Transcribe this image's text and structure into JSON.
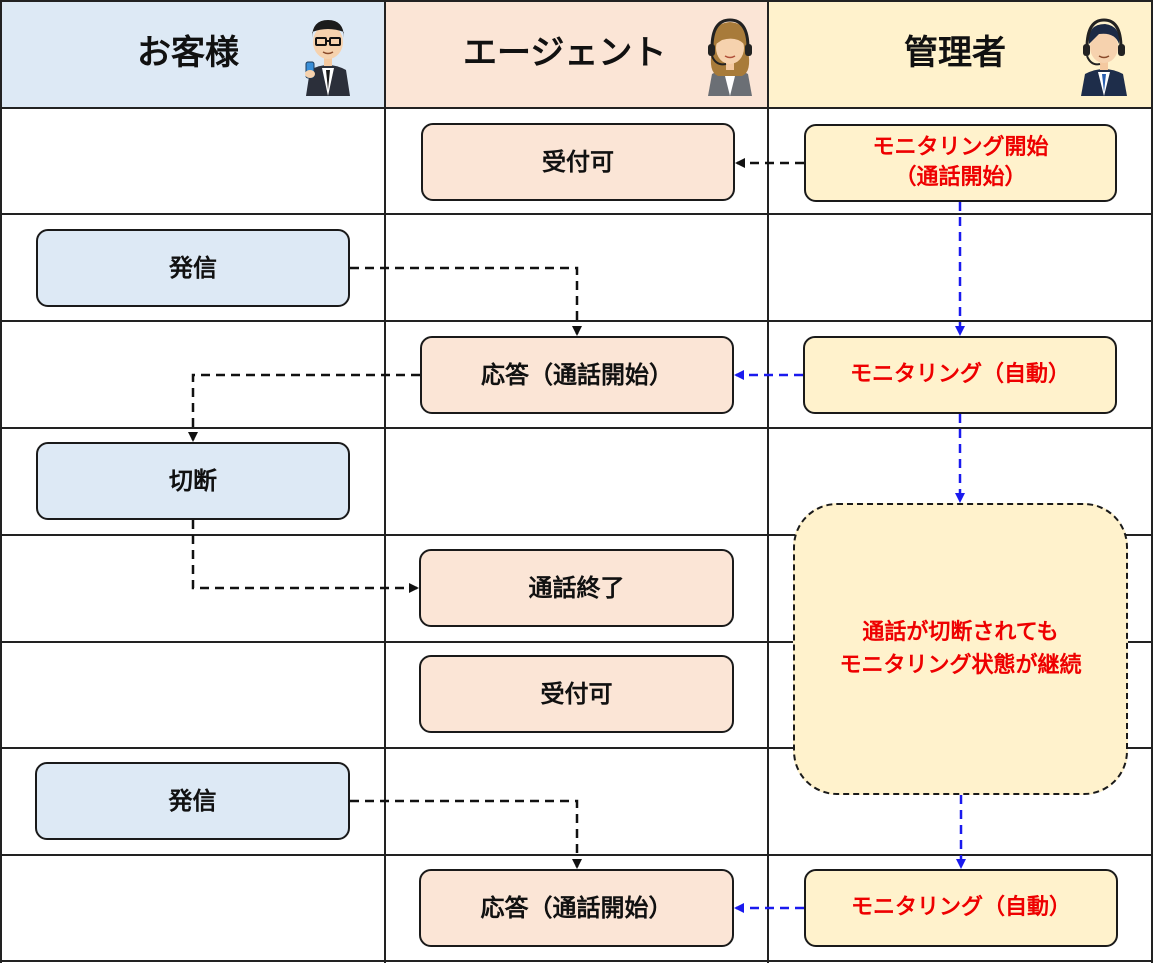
{
  "lanes": {
    "customer": {
      "title": "お客様",
      "color": "#dde9f5"
    },
    "agent": {
      "title": "エージェント",
      "color": "#fbe5d6"
    },
    "manager": {
      "title": "管理者",
      "color": "#fff2cc"
    }
  },
  "customer_steps": {
    "call_1": "発信",
    "hangup": "切断",
    "call_2": "発信"
  },
  "agent_steps": {
    "available_1": "受付可",
    "answer_1": "応答（通話開始）",
    "call_end": "通話終了",
    "available_2": "受付可",
    "answer_2": "応答（通話開始）"
  },
  "manager_steps": {
    "monitor_start_line1": "モニタリング開始",
    "monitor_start_line2": "（通話開始）",
    "monitor_auto_1": "モニタリング（自動）",
    "note_line1": "通話が切断されても",
    "note_line2": "モニタリング状態が継続",
    "monitor_auto_2": "モニタリング（自動）"
  },
  "colors": {
    "black_arrow": "#111111",
    "blue_arrow": "#1a1aee",
    "highlight_text": "#ee0000"
  },
  "icons": {
    "customer": "businessman-with-phone-icon",
    "agent": "female-operator-headset-icon",
    "manager": "male-operator-headset-icon"
  }
}
